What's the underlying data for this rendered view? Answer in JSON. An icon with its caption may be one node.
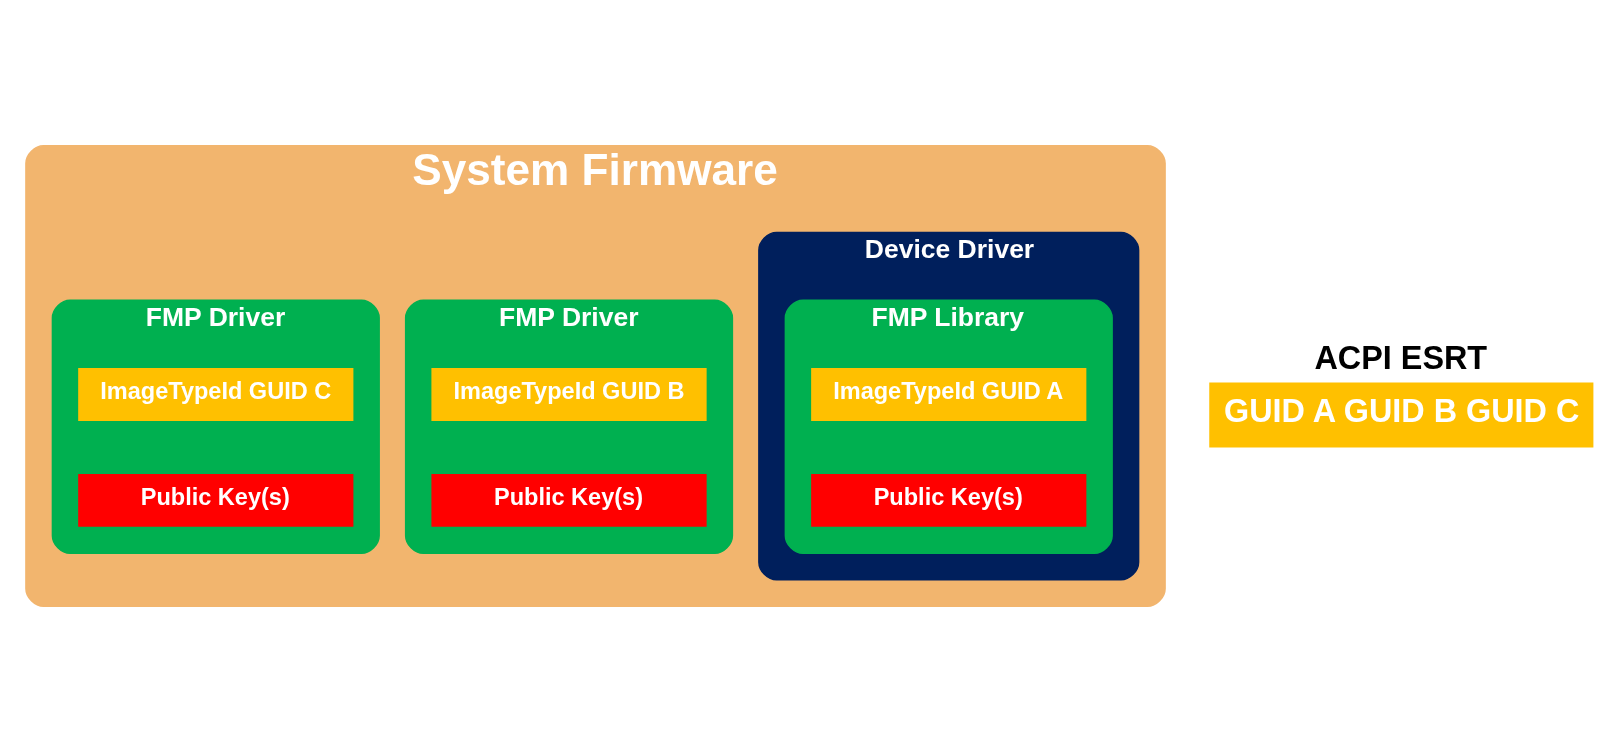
{
  "diagram": {
    "nodes": [
      {
        "text": [
          "System Firmware"
        ]
      },
      {
        "text": [
          "Device Driver"
        ],
        "in": 0
      },
      {
        "text": [
          "FMP Library"
        ],
        "in": 1
      },
      {
        "text": [
          "ImageTypeId GUID A"
        ],
        "in": 2
      },
      {
        "text": [
          "Public Key(s)"
        ],
        "in": 2
      },
      {
        "text": [
          "FMP Driver"
        ],
        "in": 0
      },
      {
        "text": [
          "ImageTypeId GUID B"
        ],
        "in": 5
      },
      {
        "text": [
          "Public Key(s)"
        ],
        "in": 5
      },
      {
        "text": [
          "FMP Driver"
        ],
        "in": 0
      },
      {
        "text": [
          "ImageTypeId GUID C"
        ],
        "in": 8
      },
      {
        "text": [
          "Public Key(s)"
        ],
        "in": 8
      },
      {
        "text": [
          "ACPI ESRT",
          "GUID A GUID B GUID C"
        ]
      }
    ]
  }
}
